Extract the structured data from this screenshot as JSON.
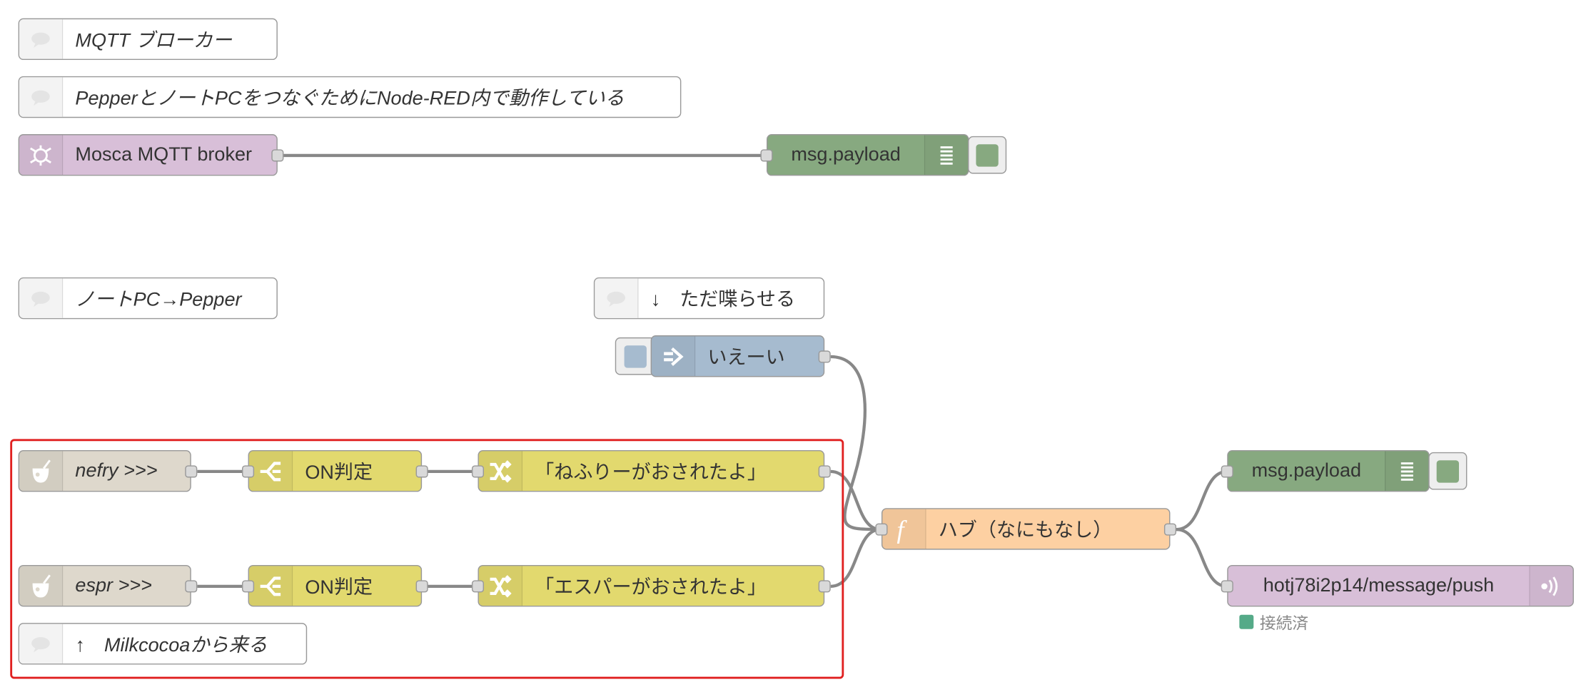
{
  "comments": {
    "mqtt_broker": "MQTT ブローカー",
    "pepper_note": "PepperとノートPCをつなぐためにNode-RED内で動作している",
    "note_to_pepper": "ノートPC→Pepper",
    "just_speak": "↓　ただ喋らせる",
    "from_milkcocoa": "↑　Milkcocoaから来る"
  },
  "nodes": {
    "mosca": "Mosca MQTT broker",
    "debug_top": "msg.payload",
    "inject": "いえーい",
    "nefry": "nefry >>>",
    "espr": "espr >>>",
    "switch1": "ON判定",
    "switch2": "ON判定",
    "change1": "「ねふりーがおされたよ」",
    "change2": "「エスパーがおされたよ」",
    "function": "ハブ（なにもなし）",
    "debug_right": "msg.payload",
    "mqtt_out": "hotj78i2p14/message/push",
    "mqtt_out_status": "接続済"
  },
  "colors": {
    "mosca": "#D8BFD8",
    "debug": "#87A980",
    "inject": "#A6BBCF",
    "milkcocoa_in": "#DED8CC",
    "switch": "#E2D96E",
    "function": "#FDD0A2",
    "mqtt_out": "#D8BFD8",
    "group_border": "#E02020"
  },
  "icons": {
    "comment": "comment-icon",
    "mosca": "mosca-icon",
    "debug": "list-icon",
    "inject": "arrow-right-icon",
    "milkcocoa": "milkcocoa-icon",
    "switch": "switch-icon",
    "change": "shuffle-icon",
    "function": "function-icon",
    "mqtt": "bridge-icon"
  }
}
